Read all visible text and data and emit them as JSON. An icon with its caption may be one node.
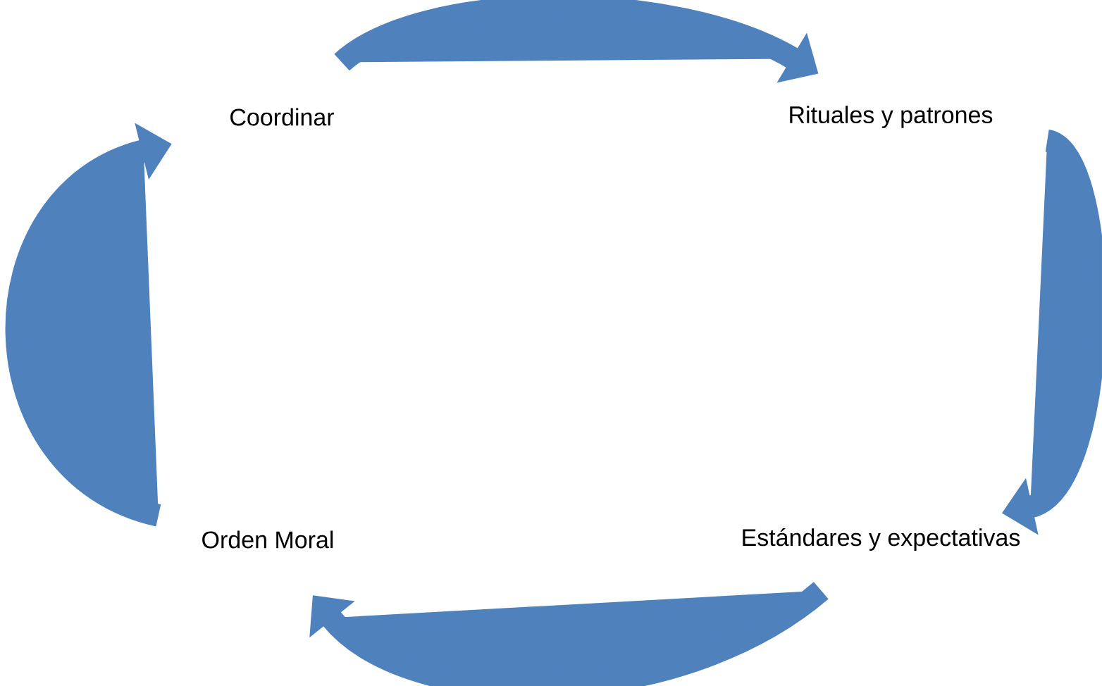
{
  "diagram": {
    "nodes": [
      {
        "text": [
          "Coordinar"
        ]
      },
      {
        "text": [
          "Rituales y patrones"
        ]
      },
      {
        "text": [
          "Estándares y expectativas"
        ]
      },
      {
        "text": [
          "Orden Moral"
        ]
      }
    ],
    "edges": [
      {
        "from": 0,
        "to": 1,
        "arrow": "to"
      },
      {
        "from": 1,
        "to": 2,
        "arrow": "to"
      },
      {
        "from": 2,
        "to": 3,
        "arrow": "to"
      },
      {
        "from": 3,
        "to": 0,
        "arrow": "to"
      }
    ]
  }
}
